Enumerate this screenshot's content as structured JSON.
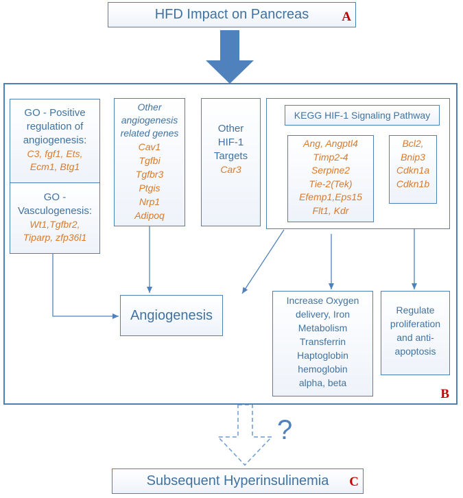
{
  "top": {
    "title": "HFD  Impact on  Pancreas",
    "label": "A"
  },
  "panel_b": {
    "label": "B",
    "go_positive": {
      "title_lines": [
        "GO - Positive",
        "regulation of",
        "angiogenesis:"
      ],
      "genes_lines": [
        "C3, fgf1, Ets,",
        "Ecm1, Btg1"
      ]
    },
    "go_vasculo": {
      "title_lines": [
        "GO -",
        "Vasculogenesis:"
      ],
      "genes_lines": [
        "Wt1,Tgfbr2,",
        "Tiparp, zfp36l1"
      ]
    },
    "other_angio": {
      "title_lines": [
        "Other",
        "angiogenesis",
        "related genes"
      ],
      "genes_lines": [
        "Cav1",
        "Tgfbi",
        "Tgfbr3",
        "Ptgis",
        "Nrp1",
        "Adipoq"
      ]
    },
    "other_hif": {
      "title_lines": [
        "Other",
        "HIF-1",
        "Targets"
      ],
      "genes_lines": [
        "Car3"
      ]
    },
    "kegg": {
      "title": "KEGG HIF-1 Signaling Pathway",
      "genes1_lines": [
        "Ang, Angptl4",
        "Timp2-4",
        "Serpine2",
        "Tie-2(Tek)",
        "Efemp1,Eps15",
        "Flt1, Kdr"
      ],
      "genes2_lines": [
        "Bcl2,",
        "Bnip3",
        "Cdkn1a",
        "Cdkn1b"
      ]
    },
    "angiogenesis": "Angiogenesis",
    "oxygen_lines": [
      "Increase Oxygen",
      "delivery, Iron",
      "Metabolism",
      "Transferrin",
      "Haptoglobin",
      "hemoglobin",
      "alpha, beta"
    ],
    "regulate_lines": [
      "Regulate",
      "proliferation",
      "and anti-",
      "apoptosis"
    ]
  },
  "question_mark": "?",
  "bottom": {
    "title": "Subsequent Hyperinsulinemia",
    "label": "C"
  },
  "colors": {
    "box_border": "#4a7fb8",
    "text_blue": "#41729f",
    "gene_orange": "#d9792a",
    "label_red": "#c00000",
    "arrow_fill": "#4f81bd"
  }
}
